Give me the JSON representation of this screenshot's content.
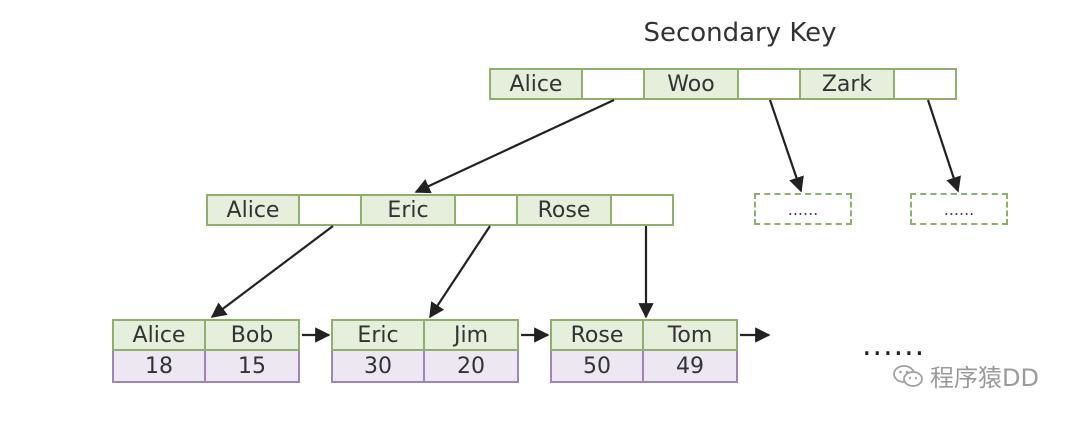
{
  "title": "Secondary Key",
  "root": {
    "keys": [
      "Alice",
      "Woo",
      "Zark"
    ]
  },
  "internal": {
    "keys": [
      "Alice",
      "Eric",
      "Rose"
    ]
  },
  "placeholders": [
    "......",
    "......"
  ],
  "leaves": [
    {
      "keys": [
        "Alice",
        "Bob"
      ],
      "values": [
        "18",
        "15"
      ]
    },
    {
      "keys": [
        "Eric",
        "Jim"
      ],
      "values": [
        "30",
        "20"
      ]
    },
    {
      "keys": [
        "Rose",
        "Tom"
      ],
      "values": [
        "50",
        "49"
      ]
    }
  ],
  "more": "......",
  "watermark": "程序猿DD",
  "colors": {
    "key_fill": "#e5efdc",
    "key_border": "#90ae6c",
    "value_fill": "#ede6f3",
    "value_border": "#9c86b8",
    "arrow": "#222222"
  }
}
